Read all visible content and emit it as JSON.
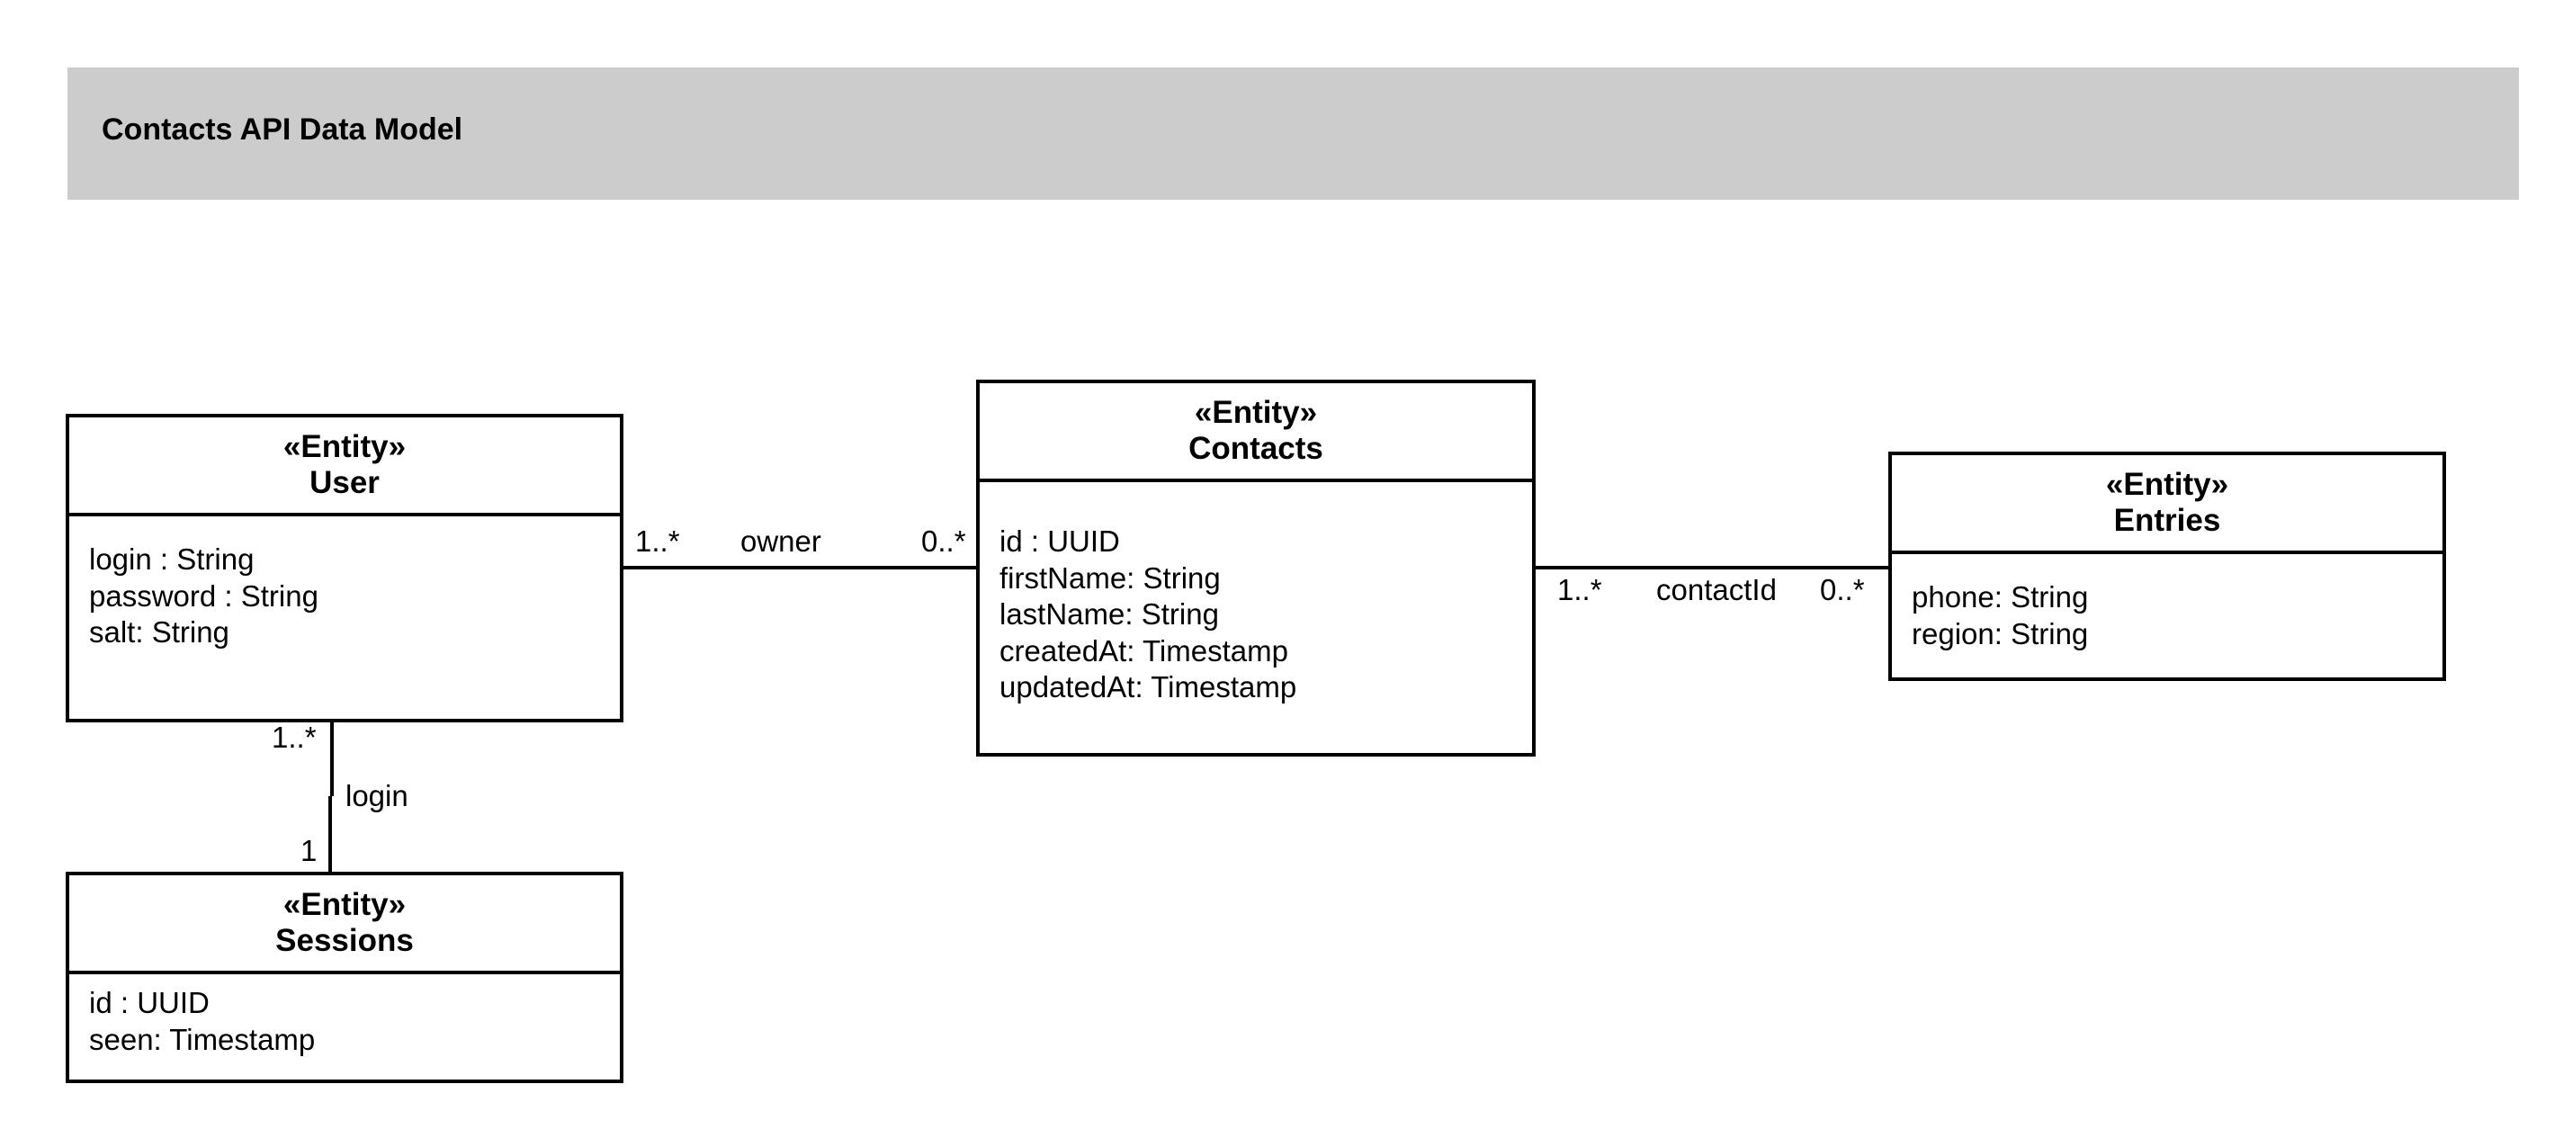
{
  "banner": {
    "title": "Contacts API Data Model"
  },
  "entities": {
    "user": {
      "stereotype": "«Entity»",
      "name": "User",
      "attributes": [
        "login : String",
        "password : String",
        "salt: String"
      ]
    },
    "contacts": {
      "stereotype": "«Entity»",
      "name": "Contacts",
      "attributes": [
        "id : UUID",
        "firstName: String",
        "lastName: String",
        "createdAt: Timestamp",
        "updatedAt: Timestamp"
      ]
    },
    "entries": {
      "stereotype": "«Entity»",
      "name": "Entries",
      "attributes": [
        "phone: String",
        "region: String"
      ]
    },
    "sessions": {
      "stereotype": "«Entity»",
      "name": "Sessions",
      "attributes": [
        "id : UUID",
        "seen: Timestamp"
      ]
    }
  },
  "relations": {
    "user_contacts": {
      "label": "owner",
      "source_mult": "1..*",
      "target_mult": "0..*"
    },
    "contacts_entries": {
      "label": "contactId",
      "source_mult": "1..*",
      "target_mult": "0..*"
    },
    "user_sessions": {
      "label": "login",
      "source_mult": "1..*",
      "target_mult": "1"
    }
  }
}
